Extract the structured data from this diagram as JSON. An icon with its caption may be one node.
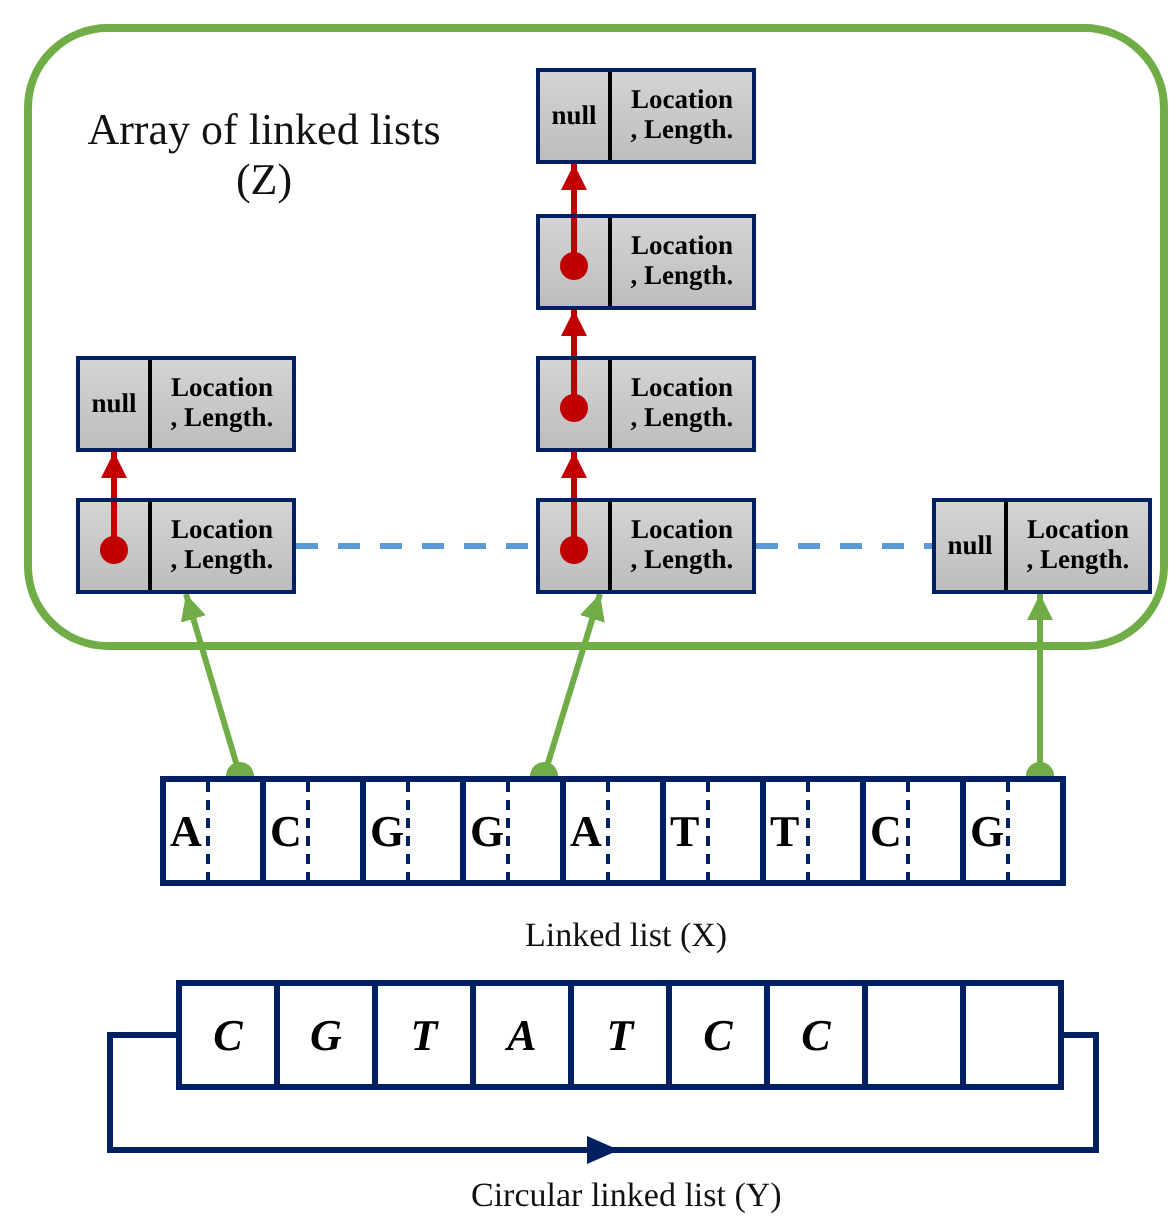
{
  "diagram": {
    "nodes": [
      {
        "text": [
          "Array of linked lists (Z)"
        ]
      },
      {
        "text": [
          "null",
          "Location , Length."
        ],
        "in": 0
      },
      {
        "text": [
          "Location , Length."
        ],
        "in": 0
      },
      {
        "text": [
          "null",
          "Location , Length."
        ],
        "in": 0
      },
      {
        "text": [
          "Location , Length."
        ],
        "in": 0
      },
      {
        "text": [
          "Location , Length."
        ],
        "in": 0
      },
      {
        "text": [
          "Location , Length."
        ],
        "in": 0
      },
      {
        "text": [
          "null",
          "Location , Length."
        ],
        "in": 0
      },
      {
        "text": [
          "A"
        ]
      },
      {
        "text": [
          "C"
        ]
      },
      {
        "text": [
          "G"
        ]
      },
      {
        "text": [
          "G"
        ]
      },
      {
        "text": [
          "A"
        ]
      },
      {
        "text": [
          "T"
        ]
      },
      {
        "text": [
          "T"
        ]
      },
      {
        "text": [
          "C"
        ]
      },
      {
        "text": [
          "G"
        ]
      },
      {
        "text": [
          "C"
        ]
      },
      {
        "text": [
          "G"
        ]
      },
      {
        "text": [
          "T"
        ]
      },
      {
        "text": [
          "A"
        ]
      },
      {
        "text": [
          "T"
        ]
      },
      {
        "text": [
          "C"
        ]
      },
      {
        "text": [
          "C"
        ]
      },
      {
        "text": [],
        "shape": "box"
      },
      {
        "text": [],
        "shape": "box"
      }
    ],
    "edges": [
      {
        "from": 5,
        "to": 3,
        "arrow": "to",
        "color": "#c00000"
      },
      {
        "from": 2,
        "to": 1,
        "arrow": "to",
        "color": "#c00000"
      },
      {
        "from": 4,
        "to": 2,
        "arrow": "to",
        "color": "#c00000"
      },
      {
        "from": 6,
        "to": 4,
        "arrow": "to",
        "color": "#c00000"
      },
      {
        "from": 5,
        "to": 6,
        "arrow": "none",
        "style": "dashed",
        "color": "#5b9bd5"
      },
      {
        "from": 6,
        "to": 7,
        "arrow": "none",
        "style": "dashed",
        "color": "#5b9bd5"
      },
      {
        "from": 8,
        "to": 5,
        "arrow": "to",
        "color": "#70ad47"
      },
      {
        "from": 11,
        "to": 6,
        "arrow": "to",
        "color": "#70ad47"
      },
      {
        "from": 16,
        "to": 7,
        "arrow": "to",
        "color": "#70ad47"
      },
      {
        "from": 17,
        "to": 25,
        "arrow": "to",
        "color": "#002060"
      }
    ],
    "labels": [
      "Linked list (X)",
      "Circular linked list (Y)"
    ]
  }
}
